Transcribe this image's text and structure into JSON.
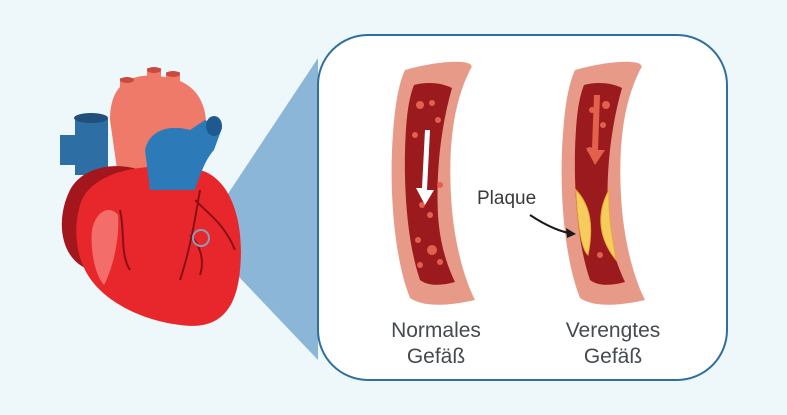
{
  "colors": {
    "background": "#eef8fb",
    "panel_border": "#2f6f9e",
    "zoom_cone": "#3d7fba",
    "heart_red": "#e8272c",
    "heart_dark": "#9a1318",
    "vein_blue": "#2d7ab8",
    "vessel_wall": "#e89a88",
    "blood": "#9b1a1e",
    "plaque": "#f6cd5c"
  },
  "labels": {
    "normal_line1": "Normales",
    "normal_line2": "Gefäß",
    "narrow_line1": "Verengtes",
    "narrow_line2": "Gefäß",
    "plaque": "Plaque"
  }
}
